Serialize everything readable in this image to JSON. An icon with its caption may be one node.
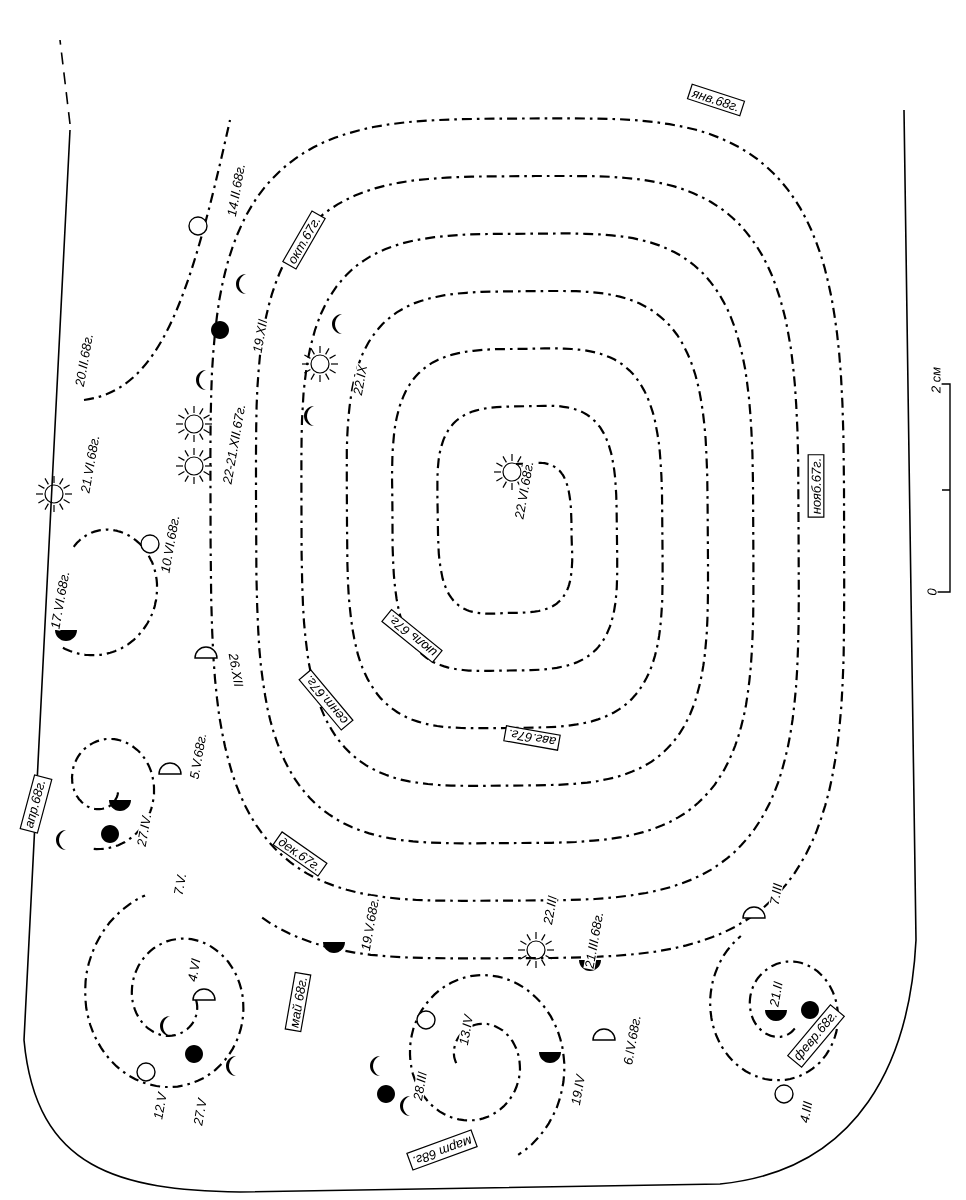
{
  "diagram": {
    "nodes": [
      {
        "text": [
          "янв.68г."
        ]
      },
      {
        "text": [
          "окт.67г."
        ]
      },
      {
        "text": [
          "нояб.67г."
        ]
      },
      {
        "text": [
          "июль 67г."
        ]
      },
      {
        "text": [
          "авг.67г."
        ]
      },
      {
        "text": [
          "сент.67г."
        ]
      },
      {
        "text": [
          "дек.67г."
        ]
      },
      {
        "text": [
          "апр.68г."
        ]
      },
      {
        "text": [
          "май 68г."
        ]
      },
      {
        "text": [
          "март 68г."
        ]
      },
      {
        "text": [
          "февр.68г."
        ]
      }
    ],
    "labels": [
      "14.II.68г.",
      "20.II.68г.",
      "19.XII",
      "22-21.XII.67г.",
      "22.IX",
      "21.VI.68г.",
      "10.VI.68г.",
      "17.VI.68г.",
      "22.VI.68г.",
      "26.XII",
      "5.V.68г.",
      "27.IV.",
      "7.V.",
      "4.VI",
      "12.V",
      "27.V",
      "19.V.68г.",
      "22.III",
      "21.III.68г.",
      "6.IV.68г.",
      "19.IV",
      "13.IV",
      "28.III",
      "7.III",
      "21.II",
      "4.III",
      "2 см",
      "0"
    ]
  }
}
